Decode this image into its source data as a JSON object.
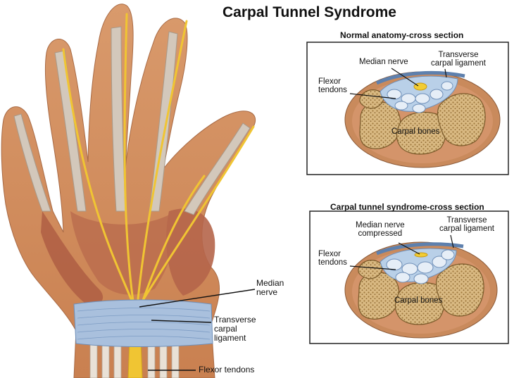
{
  "title": "Carpal Tunnel Syndrome",
  "hand": {
    "labels": {
      "median_nerve": [
        "Median",
        "nerve"
      ],
      "ligament": [
        "Transverse",
        "carpal",
        "ligament"
      ],
      "flexor": "Flexor tendons"
    }
  },
  "normal": {
    "title": "Normal anatomy-cross section",
    "labels": {
      "median_nerve": "Median nerve",
      "ligament": [
        "Transverse",
        "carpal ligament"
      ],
      "flexor": [
        "Flexor",
        "tendons"
      ],
      "bones": "Carpal bones"
    }
  },
  "cts": {
    "title": "Carpal tunnel syndrome-cross section",
    "labels": {
      "median_nerve": [
        "Median nerve",
        "compressed"
      ],
      "ligament": [
        "Transverse",
        "carpal ligament"
      ],
      "flexor": [
        "Flexor",
        "tendons"
      ],
      "bones": "Carpal bones"
    }
  },
  "colors": {
    "skin": "#cf8a5e",
    "muscle": "#a85a40",
    "tendon": "#cbbfb0",
    "nerve": "#f0c533",
    "ligament": "#9fb8d6",
    "bone": "#c9a266",
    "frame": "#222222"
  }
}
